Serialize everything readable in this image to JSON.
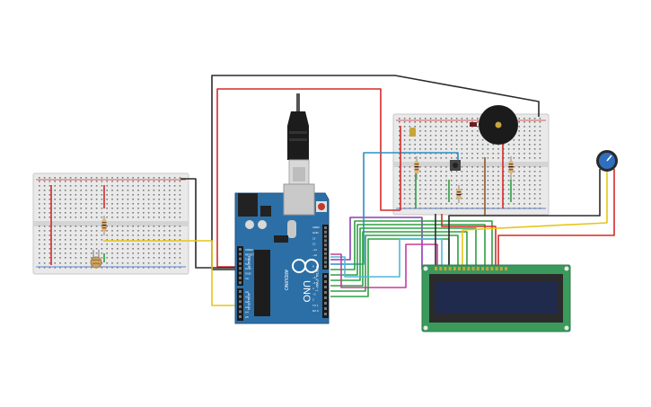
{
  "arduino": {
    "brand": "ARDUINO",
    "model": "UNO",
    "power_header_labels": [
      "IOREF",
      "RESET",
      "3.3V",
      "5V",
      "GND",
      "GND",
      "Vin"
    ],
    "analog_header_labels": [
      "A0",
      "A1",
      "A2",
      "A3",
      "A4",
      "A5"
    ],
    "digital_header_labels": [
      "AREF",
      "GND",
      "13",
      "12",
      "~11",
      "~10",
      "~9",
      "8",
      "7",
      "~6",
      "~5",
      "4",
      "~3",
      "2",
      "TX 1",
      "RX 0"
    ],
    "digital_caption": "DIGITAL (PWM ~)",
    "power_caption": "POWER",
    "analog_caption": "ANALOG IN",
    "board_color": "#2c6fa6"
  },
  "lcd": {
    "pcb_color": "#3a9a5b",
    "screen_color": "#1f2a4d"
  },
  "colors": {
    "wire_red": "#d42a2a",
    "wire_black": "#2b2b2b",
    "wire_green": "#2ea043",
    "wire_yellow": "#e6c619",
    "wire_purple": "#8a3fb5",
    "wire_blue": "#2a8fc8",
    "wire_cyan": "#4fb8d6",
    "wire_magenta": "#c83a9a",
    "wire_brown": "#8b5a2b",
    "breadboard": "#e8e8e8"
  },
  "icons": [
    "buzzer-icon",
    "potentiometer-icon",
    "usb-cable-icon",
    "photoresistor-icon",
    "pushbutton-icon"
  ]
}
